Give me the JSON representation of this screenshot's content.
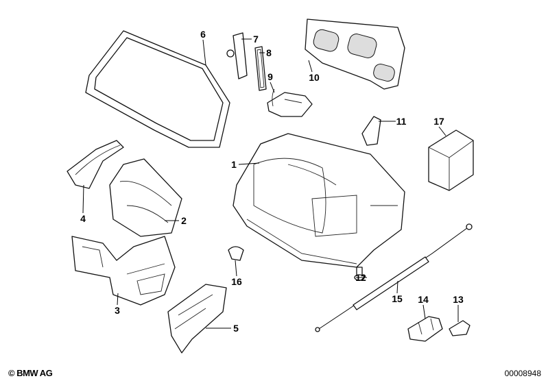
{
  "callouts": [
    "1",
    "2",
    "3",
    "4",
    "5",
    "6",
    "7",
    "8",
    "9",
    "10",
    "11",
    "12",
    "13",
    "14",
    "15",
    "16",
    "17"
  ],
  "footer": {
    "copyright": "© BMW AG",
    "document_number": "00008948"
  }
}
